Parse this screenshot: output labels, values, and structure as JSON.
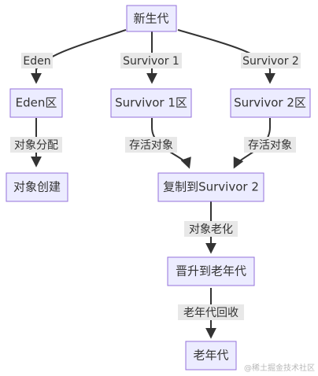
{
  "nodes": {
    "new_gen": "新生代",
    "eden": "Eden区",
    "survivor1": "Survivor 1区",
    "survivor2": "Survivor 2区",
    "object_create": "对象创建",
    "copy_to_s2": "复制到Survivor 2",
    "promote_old": "晋升到老年代",
    "old_gen": "老年代"
  },
  "edges": {
    "to_eden": "Eden",
    "to_s1": "Survivor 1",
    "to_s2": "Survivor 2",
    "eden_alloc": "对象分配",
    "s1_alive": "存活对象",
    "s2_alive": "存活对象",
    "aging": "对象老化",
    "old_gc": "老年代回收"
  },
  "watermark": "@稀土掘金技术社区"
}
